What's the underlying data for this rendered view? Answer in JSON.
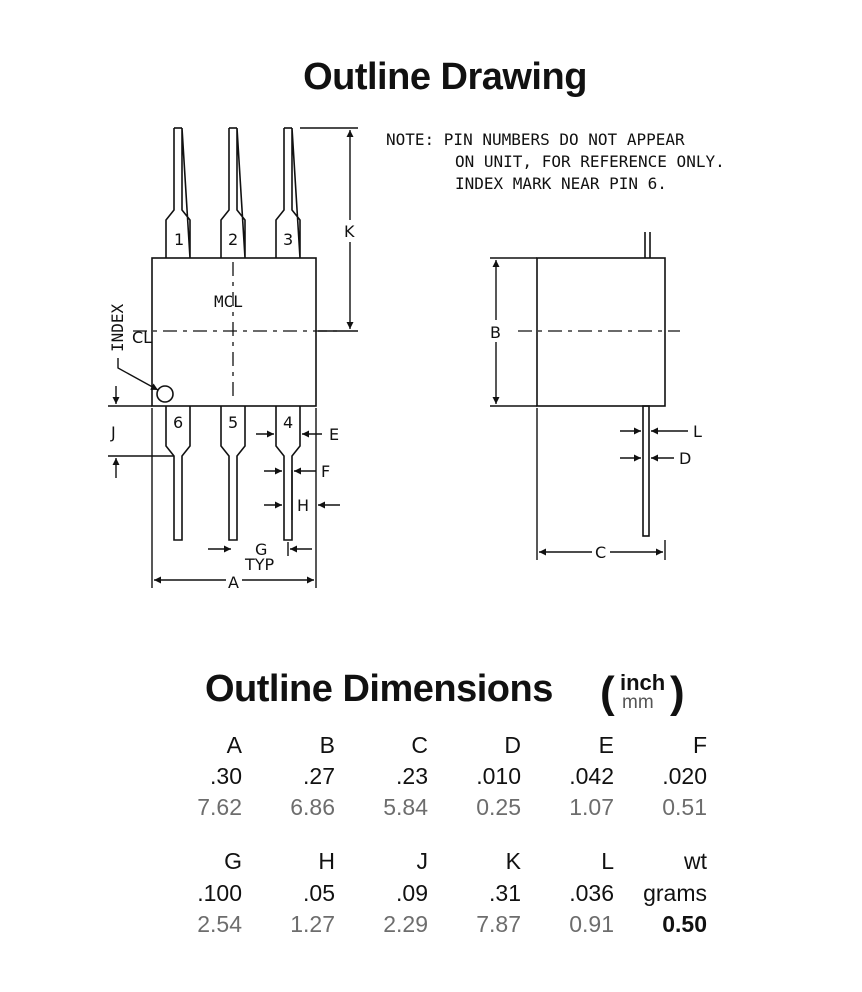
{
  "title": "Outline Drawing",
  "note": {
    "line1": "NOTE: PIN NUMBERS DO NOT APPEAR",
    "line2": "ON UNIT, FOR REFERENCE ONLY.",
    "line3": "INDEX MARK NEAR PIN 6."
  },
  "drawing": {
    "body_label": "MCL",
    "index_label": "INDEX",
    "centerline_label": "CL",
    "pins_top": [
      "1",
      "2",
      "3"
    ],
    "pins_bottom": [
      "6",
      "5",
      "4"
    ],
    "dim_labels": {
      "A": "A",
      "B": "B",
      "C": "C",
      "D": "D",
      "E": "E",
      "F": "F",
      "G": "G",
      "typ": "TYP",
      "H": "H",
      "J": "J",
      "K": "K",
      "L": "L"
    }
  },
  "dimensions": {
    "title": "Outline Dimensions",
    "unit_top": "inch",
    "unit_bottom": "mm",
    "open_paren": "(",
    "close_paren": ")",
    "row1": {
      "headers": [
        "A",
        "B",
        "C",
        "D",
        "E",
        "F"
      ],
      "inch": [
        ".30",
        ".27",
        ".23",
        ".010",
        ".042",
        ".020"
      ],
      "mm": [
        "7.62",
        "6.86",
        "5.84",
        "0.25",
        "1.07",
        "0.51"
      ]
    },
    "row2": {
      "headers": [
        "G",
        "H",
        "J",
        "K",
        "L",
        "wt"
      ],
      "inch": [
        ".100",
        ".05",
        ".09",
        ".31",
        ".036",
        "grams"
      ],
      "mm": [
        "2.54",
        "1.27",
        "2.29",
        "7.87",
        "0.91",
        "0.50"
      ]
    }
  }
}
